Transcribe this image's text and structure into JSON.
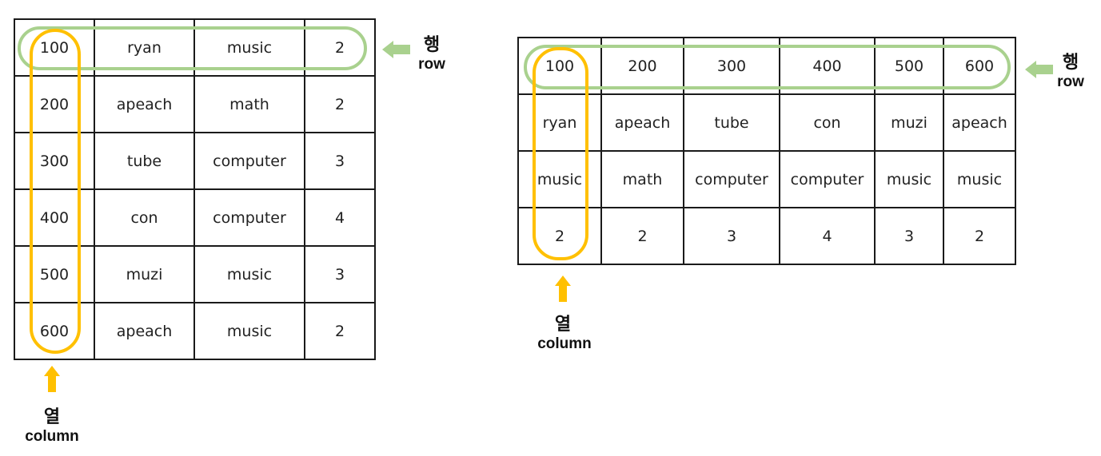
{
  "left_table": {
    "rows": [
      [
        "100",
        "ryan",
        "music",
        "2"
      ],
      [
        "200",
        "apeach",
        "math",
        "2"
      ],
      [
        "300",
        "tube",
        "computer",
        "3"
      ],
      [
        "400",
        "con",
        "computer",
        "4"
      ],
      [
        "500",
        "muzi",
        "music",
        "3"
      ],
      [
        "600",
        "apeach",
        "music",
        "2"
      ]
    ]
  },
  "right_table": {
    "rows": [
      [
        "100",
        "200",
        "300",
        "400",
        "500",
        "600"
      ],
      [
        "ryan",
        "apeach",
        "tube",
        "con",
        "muzi",
        "apeach"
      ],
      [
        "music",
        "math",
        "computer",
        "computer",
        "music",
        "music"
      ],
      [
        "2",
        "2",
        "3",
        "4",
        "3",
        "2"
      ]
    ]
  },
  "labels": {
    "row_ko": "행",
    "row_en": "row",
    "column_ko": "열",
    "column_en": "column"
  },
  "colors": {
    "row_highlight": "#a9d18e",
    "column_highlight": "#ffc000",
    "grid_line": "#1a1a1a"
  }
}
